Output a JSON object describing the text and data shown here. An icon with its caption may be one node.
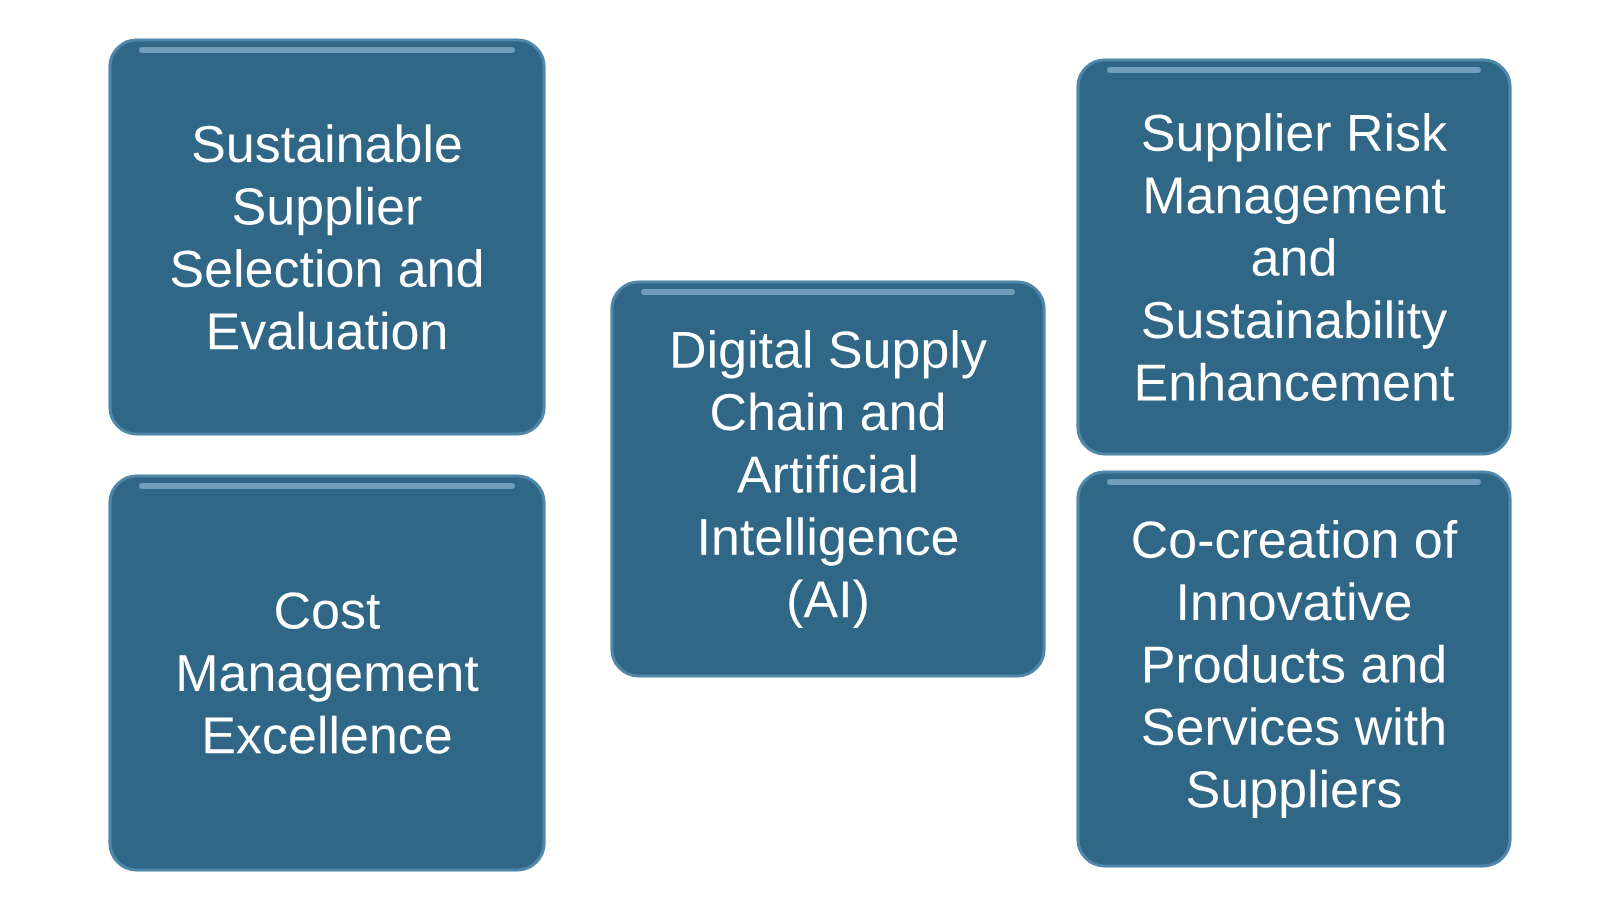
{
  "diagram": {
    "nodes": [
      {
        "text": [
          "Sustainable Supplier Selection and Evaluation"
        ]
      },
      {
        "text": [
          "Cost Management Excellence"
        ]
      },
      {
        "text": [
          "Digital Supply Chain and Artificial Intelligence (AI)"
        ]
      },
      {
        "text": [
          "Supplier Risk Management and Sustainability Enhancement"
        ]
      },
      {
        "text": [
          "Co-creation of Innovative Products and Services with Suppliers"
        ]
      }
    ]
  }
}
